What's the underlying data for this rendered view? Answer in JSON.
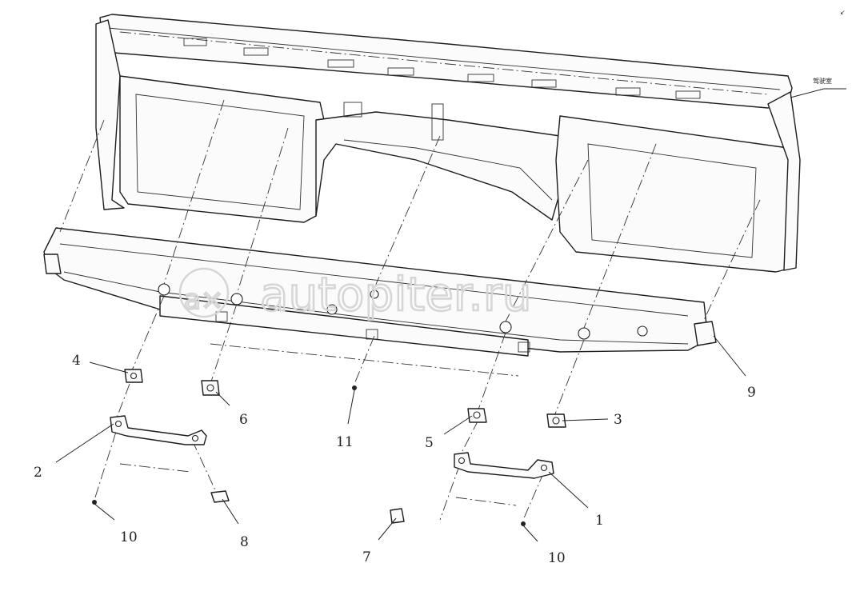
{
  "diagram": {
    "annotation_label": "驾驶室",
    "watermark": "autopiter.ru",
    "watermark_logo": "a×",
    "callouts": [
      {
        "id": "c1",
        "text": "1"
      },
      {
        "id": "c2",
        "text": "2"
      },
      {
        "id": "c3",
        "text": "3"
      },
      {
        "id": "c4",
        "text": "4"
      },
      {
        "id": "c5",
        "text": "5"
      },
      {
        "id": "c6",
        "text": "6"
      },
      {
        "id": "c7",
        "text": "7"
      },
      {
        "id": "c8",
        "text": "8"
      },
      {
        "id": "c9",
        "text": "9"
      },
      {
        "id": "c10a",
        "text": "10"
      },
      {
        "id": "c10b",
        "text": "10"
      },
      {
        "id": "c11",
        "text": "11"
      }
    ]
  }
}
